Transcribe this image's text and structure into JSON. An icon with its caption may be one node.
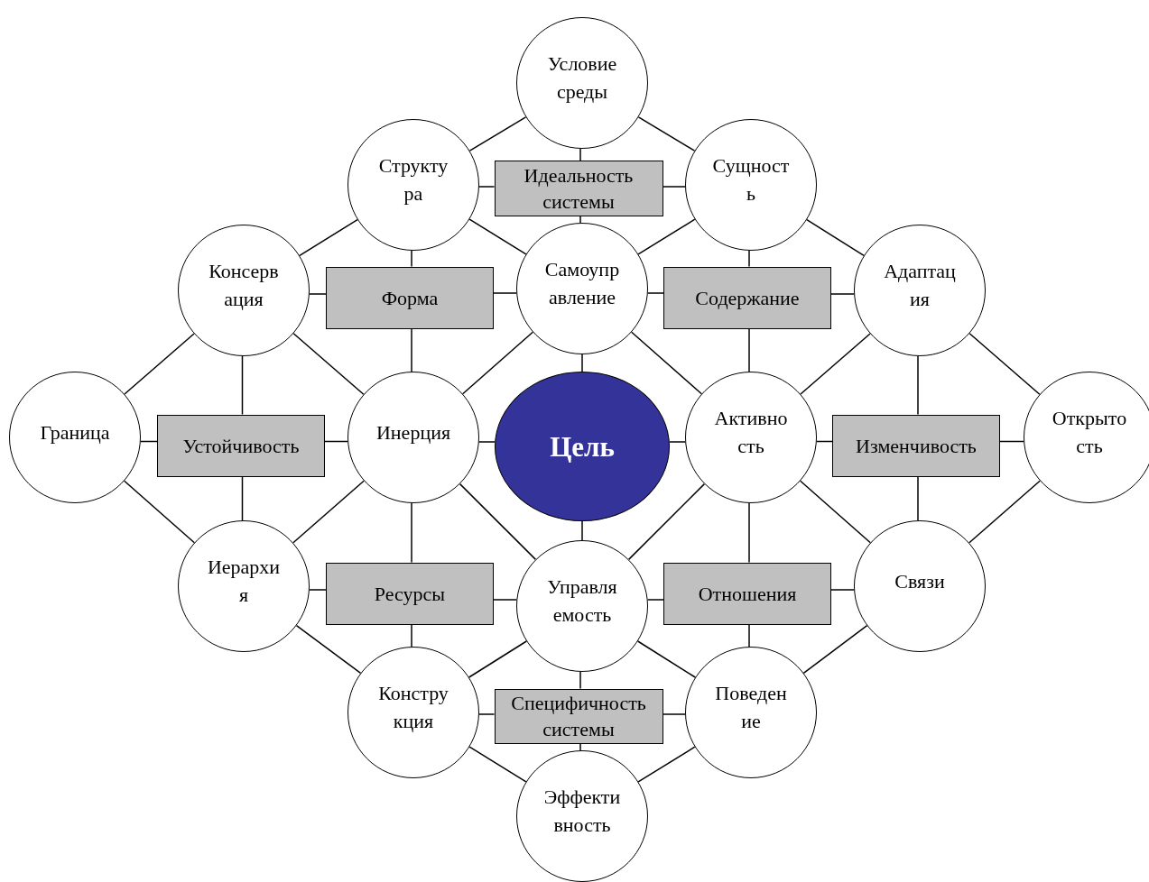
{
  "diagram": {
    "nodes": [
      {
        "text": [
          "Условие среды"
        ]
      },
      {
        "text": [
          "Структу ра"
        ]
      },
      {
        "text": [
          "Идеальность системы"
        ]
      },
      {
        "text": [
          "Сущност ь"
        ]
      },
      {
        "text": [
          "Консерв ация"
        ]
      },
      {
        "text": [
          "Форма"
        ]
      },
      {
        "text": [
          "Самоупр авление"
        ]
      },
      {
        "text": [
          "Содержание"
        ]
      },
      {
        "text": [
          "Адаптац ия"
        ]
      },
      {
        "text": [
          "Граница"
        ]
      },
      {
        "text": [
          "Устойчивость"
        ]
      },
      {
        "text": [
          "Инерция"
        ]
      },
      {
        "text": [
          "Цель"
        ]
      },
      {
        "text": [
          "Активно сть"
        ]
      },
      {
        "text": [
          "Изменчивость"
        ]
      },
      {
        "text": [
          "Открыто сть"
        ]
      },
      {
        "text": [
          "Иерархи я"
        ]
      },
      {
        "text": [
          "Ресурсы"
        ]
      },
      {
        "text": [
          "Управля емость"
        ]
      },
      {
        "text": [
          "Отношения"
        ]
      },
      {
        "text": [
          "Связи"
        ]
      },
      {
        "text": [
          "Констру кция"
        ]
      },
      {
        "text": [
          "Специфичность системы"
        ]
      },
      {
        "text": [
          "Поведен ие"
        ]
      },
      {
        "text": [
          "Эффекти вность"
        ]
      }
    ],
    "edges": [
      {
        "from": 0,
        "to": 1,
        "arrow": "none"
      },
      {
        "from": 0,
        "to": 3,
        "arrow": "none"
      },
      {
        "from": 0,
        "to": 2,
        "arrow": "none"
      },
      {
        "from": 1,
        "to": 2,
        "arrow": "none"
      },
      {
        "from": 2,
        "to": 3,
        "arrow": "none"
      },
      {
        "from": 2,
        "to": 6,
        "arrow": "none"
      },
      {
        "from": 1,
        "to": 6,
        "arrow": "none"
      },
      {
        "from": 3,
        "to": 6,
        "arrow": "none"
      },
      {
        "from": 1,
        "to": 4,
        "arrow": "none"
      },
      {
        "from": 3,
        "to": 8,
        "arrow": "none"
      },
      {
        "from": 1,
        "to": 5,
        "arrow": "none"
      },
      {
        "from": 3,
        "to": 7,
        "arrow": "none"
      },
      {
        "from": 4,
        "to": 5,
        "arrow": "none"
      },
      {
        "from": 5,
        "to": 6,
        "arrow": "none"
      },
      {
        "from": 6,
        "to": 7,
        "arrow": "none"
      },
      {
        "from": 7,
        "to": 8,
        "arrow": "none"
      },
      {
        "from": 4,
        "to": 9,
        "arrow": "none"
      },
      {
        "from": 4,
        "to": 11,
        "arrow": "none"
      },
      {
        "from": 4,
        "to": 10,
        "arrow": "none"
      },
      {
        "from": 5,
        "to": 11,
        "arrow": "none"
      },
      {
        "from": 6,
        "to": 11,
        "arrow": "none"
      },
      {
        "from": 6,
        "to": 12,
        "arrow": "none"
      },
      {
        "from": 6,
        "to": 13,
        "arrow": "none"
      },
      {
        "from": 7,
        "to": 13,
        "arrow": "none"
      },
      {
        "from": 8,
        "to": 13,
        "arrow": "none"
      },
      {
        "from": 8,
        "to": 15,
        "arrow": "none"
      },
      {
        "from": 8,
        "to": 14,
        "arrow": "none"
      },
      {
        "from": 9,
        "to": 10,
        "arrow": "none"
      },
      {
        "from": 10,
        "to": 11,
        "arrow": "none"
      },
      {
        "from": 11,
        "to": 12,
        "arrow": "none"
      },
      {
        "from": 12,
        "to": 13,
        "arrow": "none"
      },
      {
        "from": 13,
        "to": 14,
        "arrow": "none"
      },
      {
        "from": 14,
        "to": 15,
        "arrow": "none"
      },
      {
        "from": 9,
        "to": 16,
        "arrow": "none"
      },
      {
        "from": 10,
        "to": 16,
        "arrow": "none"
      },
      {
        "from": 11,
        "to": 16,
        "arrow": "none"
      },
      {
        "from": 11,
        "to": 17,
        "arrow": "none"
      },
      {
        "from": 11,
        "to": 18,
        "arrow": "none"
      },
      {
        "from": 12,
        "to": 18,
        "arrow": "none"
      },
      {
        "from": 13,
        "to": 18,
        "arrow": "none"
      },
      {
        "from": 13,
        "to": 19,
        "arrow": "none"
      },
      {
        "from": 13,
        "to": 20,
        "arrow": "none"
      },
      {
        "from": 14,
        "to": 20,
        "arrow": "none"
      },
      {
        "from": 15,
        "to": 20,
        "arrow": "none"
      },
      {
        "from": 16,
        "to": 17,
        "arrow": "none"
      },
      {
        "from": 17,
        "to": 18,
        "arrow": "none"
      },
      {
        "from": 18,
        "to": 19,
        "arrow": "none"
      },
      {
        "from": 19,
        "to": 20,
        "arrow": "none"
      },
      {
        "from": 16,
        "to": 21,
        "arrow": "none"
      },
      {
        "from": 17,
        "to": 21,
        "arrow": "none"
      },
      {
        "from": 18,
        "to": 21,
        "arrow": "none"
      },
      {
        "from": 18,
        "to": 23,
        "arrow": "none"
      },
      {
        "from": 19,
        "to": 23,
        "arrow": "none"
      },
      {
        "from": 20,
        "to": 23,
        "arrow": "none"
      },
      {
        "from": 21,
        "to": 22,
        "arrow": "none"
      },
      {
        "from": 22,
        "to": 23,
        "arrow": "none"
      },
      {
        "from": 18,
        "to": 22,
        "arrow": "none"
      },
      {
        "from": 22,
        "to": 24,
        "arrow": "none"
      },
      {
        "from": 21,
        "to": 24,
        "arrow": "none"
      },
      {
        "from": 23,
        "to": 24,
        "arrow": "none"
      }
    ]
  }
}
